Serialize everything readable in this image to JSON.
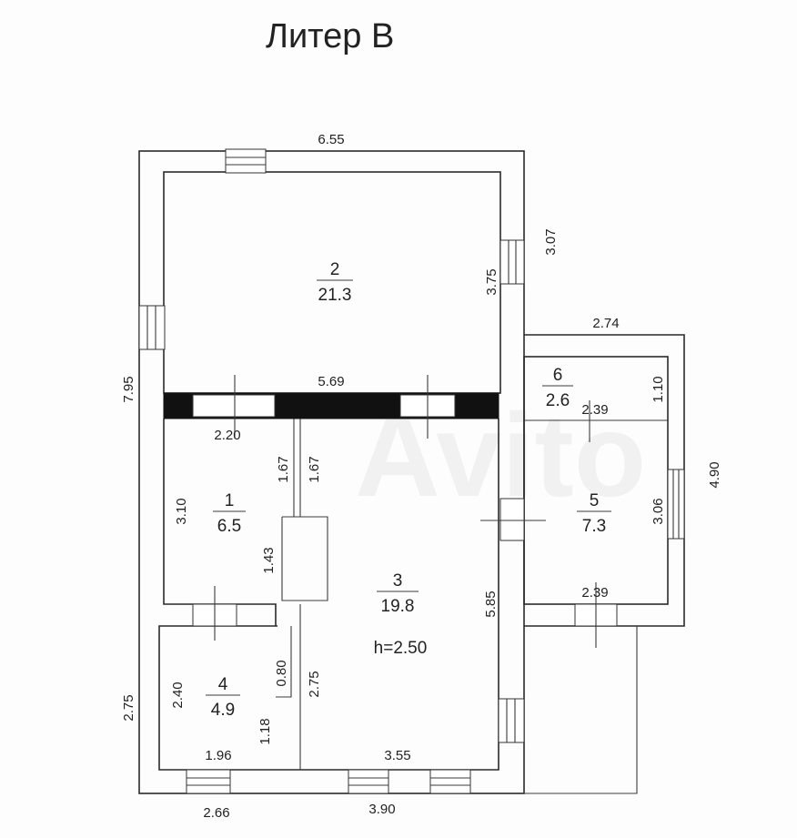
{
  "title": "Литер В",
  "watermark": "Avito",
  "height_note": "h=2.50",
  "rooms": [
    {
      "number": "2",
      "area": "21.3"
    },
    {
      "number": "6",
      "area": "2.6"
    },
    {
      "number": "1",
      "area": "6.5"
    },
    {
      "number": "5",
      "area": "7.3"
    },
    {
      "number": "3",
      "area": "19.8"
    },
    {
      "number": "4",
      "area": "4.9"
    }
  ],
  "dimensions": {
    "top_outer": "6.55",
    "right_upper_outer": "3.07",
    "room2_right": "3.75",
    "left_outer": "7.95",
    "interior_top": "5.69",
    "annex_top": "2.74",
    "room6_right": "1.10",
    "room6_bottom": "2.39",
    "annex_right_outer": "4.90",
    "room5_right": "3.06",
    "room5_bottom": "2.39",
    "room1_top": "2.20",
    "room1_left": "3.10",
    "corridor_a": "1.67",
    "corridor_b": "1.67",
    "room1_niche": "1.43",
    "room3_right": "5.85",
    "room4_top": "0.80",
    "room4_inner": "2.75",
    "room4_left": "2.40",
    "left_lower_outer": "2.75",
    "room4_bottom_short": "1.18",
    "room4_bottom": "1.96",
    "room3_bottom": "3.55",
    "bottom_left_outer": "2.66",
    "bottom_right_outer": "3.90"
  }
}
